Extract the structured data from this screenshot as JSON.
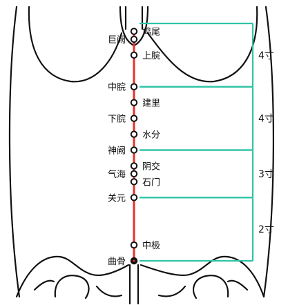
{
  "diagram": {
    "points_right": [
      {
        "label": "鸠尾",
        "cun": 0.5
      },
      {
        "label": "上脘",
        "cun": 2
      },
      {
        "label": "建里",
        "cun": 5
      },
      {
        "label": "水分",
        "cun": 7
      },
      {
        "label": "阴交",
        "cun": 9
      },
      {
        "label": "石门",
        "cun": 10
      },
      {
        "label": "中极",
        "cun": 14
      }
    ],
    "points_left": [
      {
        "label": "巨阙",
        "cun": 1
      },
      {
        "label": "中脘",
        "cun": 4
      },
      {
        "label": "下脘",
        "cun": 6
      },
      {
        "label": "神阙",
        "cun": 8
      },
      {
        "label": "气海",
        "cun": 9.5
      },
      {
        "label": "关元",
        "cun": 11
      },
      {
        "label": "曲骨",
        "cun": 15,
        "highlight": true
      }
    ],
    "measurements": [
      {
        "label": "4寸",
        "from": 0,
        "to": 4
      },
      {
        "label": "4寸",
        "from": 4,
        "to": 8
      },
      {
        "label": "3寸",
        "from": 8,
        "to": 11
      },
      {
        "label": "2寸",
        "from": 11,
        "to": 15
      }
    ],
    "colors": {
      "meridian_line": "#e8302a",
      "bracket": "#2ec4a6",
      "highlight_label": "#e21b1b",
      "outline": "#111111"
    }
  }
}
